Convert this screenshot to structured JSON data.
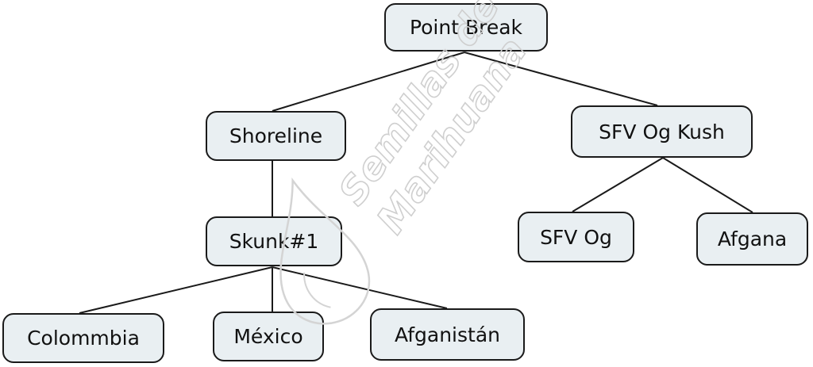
{
  "diagram": {
    "nodes": {
      "point_break": "Point Break",
      "shoreline": "Shoreline",
      "sfv_og_kush": "SFV Og Kush",
      "skunk1": "Skunk#1",
      "sfv_og": "SFV Og",
      "afgana": "Afgana",
      "colommbia": "Colommbia",
      "mexico": "México",
      "afganistan": "Afganistán"
    },
    "edges": [
      [
        "point_break",
        "shoreline"
      ],
      [
        "point_break",
        "sfv_og_kush"
      ],
      [
        "shoreline",
        "skunk1"
      ],
      [
        "sfv_og_kush",
        "sfv_og"
      ],
      [
        "sfv_og_kush",
        "afgana"
      ],
      [
        "skunk1",
        "colommbia"
      ],
      [
        "skunk1",
        "mexico"
      ],
      [
        "skunk1",
        "afganistan"
      ]
    ],
    "colors": {
      "node_fill": "#e9eff2",
      "node_border": "#1a1a1a",
      "line": "#1a1a1a",
      "watermark": "#cfcfcf"
    }
  },
  "watermark": {
    "line1": "Semillas de",
    "line2": "Marihuana",
    "icon": "drop-icon"
  }
}
